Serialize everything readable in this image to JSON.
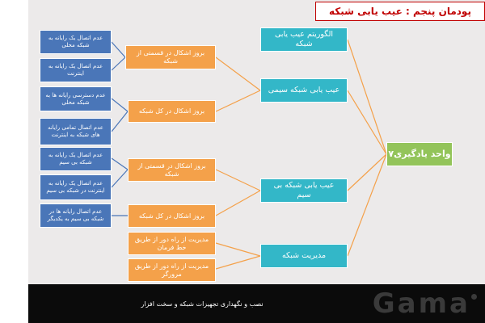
{
  "title": "پودمان پنجم : عیب یابی شبکه",
  "root": "واحد یادگیری۷",
  "level1": [
    "الگوریتم عیب یابی شبکه",
    "عیب یابی شبکه سیمی",
    "عیب یابی شبکه بی سیم",
    "مدیریت شبکه"
  ],
  "level2": [
    "بروز اشکال در قسمتی از شبکه",
    "بروز اشکال در کل شبکه",
    "بروز اشکال در قسمتی از شبکه",
    "بروز اشکال در کل شبکه",
    "مدیریت از راه دور از طریق خط فرمان",
    "مدیریت از راه دور از طریق مرورگر"
  ],
  "level3": [
    "عدم اتصال یک رایانه به شبکه محلی",
    "عدم اتصال یک رایانه به اینترنت",
    "عدم دسترسی رایانه ها به شبکه محلی",
    "عدم اتصال تمامی رایانه های شبکه به اینترنت",
    "عدم اتصال یک رایانه به شبکه بی سیم",
    "عدم اتصال یک رایانه به اینترنت در شبکه بی سیم",
    "عدم اتصال رایانه ها در شبکه بی سیم به یکدیگر"
  ],
  "footer": "نصب و نگهداری تجهیزات شبکه و سخت افزار",
  "logo": "Gama",
  "colors": {
    "level3": "#4a76b8",
    "level2": "#f4a14a",
    "level1": "#33b7c8",
    "root": "#93c45a",
    "title": "#c00000"
  }
}
